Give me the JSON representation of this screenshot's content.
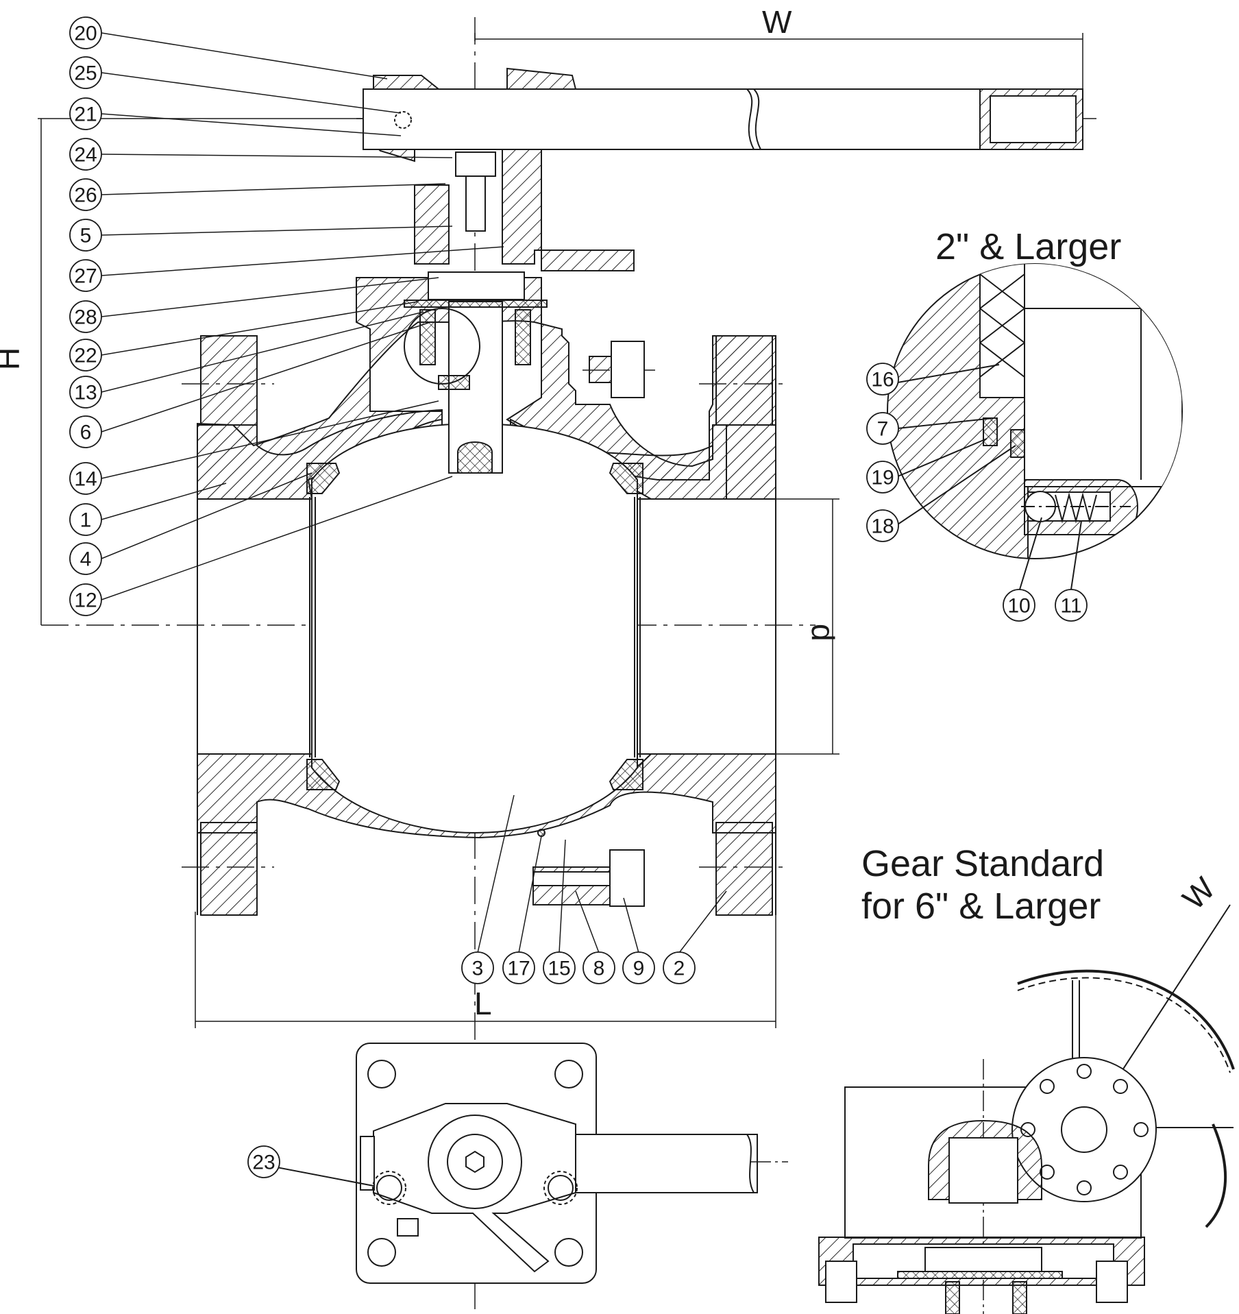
{
  "colors": {
    "ink": "#1a1a1a",
    "paper": "#ffffff",
    "hatch": "#2a2a2a"
  },
  "dimensions": {
    "width": "W",
    "height": "H",
    "length": "L",
    "bore": "d",
    "gear_width": "W"
  },
  "detail": {
    "title": "2\" & Larger"
  },
  "gear": {
    "title_line1": "Gear Standard",
    "title_line2": "for 6\" & Larger"
  },
  "callouts_left": [
    "20",
    "25",
    "21",
    "24",
    "26",
    "5",
    "27",
    "28",
    "22",
    "13",
    "6",
    "14",
    "1",
    "4",
    "12"
  ],
  "callouts_bottom": [
    "3",
    "17",
    "15",
    "8",
    "9",
    "2"
  ],
  "callouts_detail_left": [
    "16",
    "7",
    "19",
    "18"
  ],
  "callouts_detail_bottom": [
    "10",
    "11"
  ],
  "callout_plan": "23"
}
